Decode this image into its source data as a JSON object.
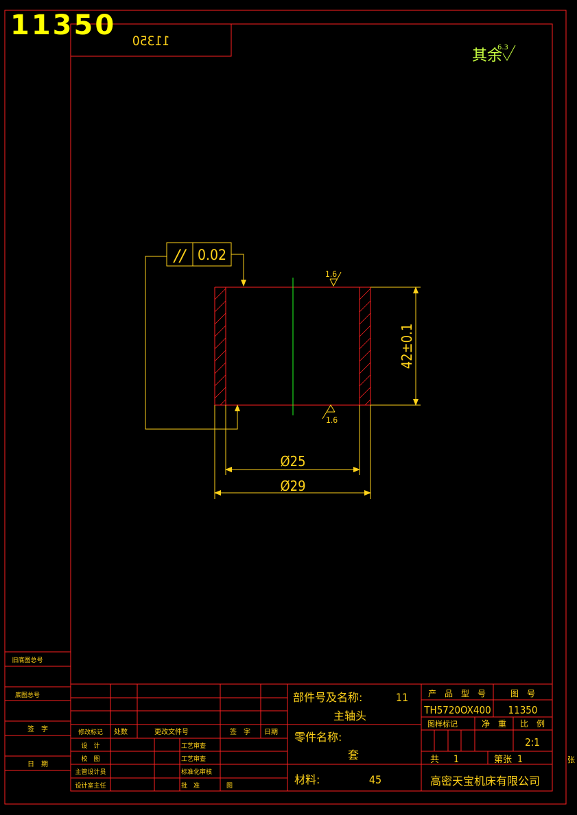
{
  "drawing_number_large": "11350",
  "mirrored_stamp": "11350",
  "roughness_other": {
    "label": "其余",
    "value": "6.3"
  },
  "tolerance_frame": {
    "symbol": "//",
    "value": "0.02"
  },
  "surface_top": "1.6",
  "surface_bottom": "1.6",
  "dim_height": "42±0.1",
  "dim_inner": "Ø25",
  "dim_outer": "Ø29",
  "side_table": {
    "old_drawing_no": "旧底图总号",
    "base_drawing_no": "底图总号",
    "signature": "签　字",
    "date": "日　期"
  },
  "revision_table": {
    "mark": "修改标记",
    "count": "处数",
    "doc": "更改文件号",
    "sign": "签　字",
    "date": "日期",
    "roles_left": [
      "设　计",
      "校　图",
      "主管设计员",
      "设计室主任"
    ],
    "roles_mid": [
      "工艺审查",
      "工艺审查",
      "标准化审核",
      "批　准"
    ],
    "page_mark": "图"
  },
  "title_block": {
    "part_label": "部件号及名称:",
    "part_no": "11",
    "part_name": "主轴头",
    "component_label": "零件名称:",
    "component_name": "套",
    "material_label": "材料:",
    "material": "45",
    "product_model_label": "产　品　型　号",
    "drawing_no_label": "图　号",
    "product_model": "TH5720OX400",
    "drawing_no": "11350",
    "sample_mark_label": "图样标记",
    "weight_label": "净　重",
    "scale_label": "比　例",
    "scale": "2:1",
    "total_label": "共",
    "total": "1",
    "sheet_label": "第张",
    "sheet": "1",
    "company": "高密天宝机床有限公司",
    "edge_mark": "张"
  },
  "colors": {
    "frame": "#ff2020",
    "dim": "#ffd21a",
    "green": "#20ff20",
    "roughness": "#c8ff40"
  }
}
